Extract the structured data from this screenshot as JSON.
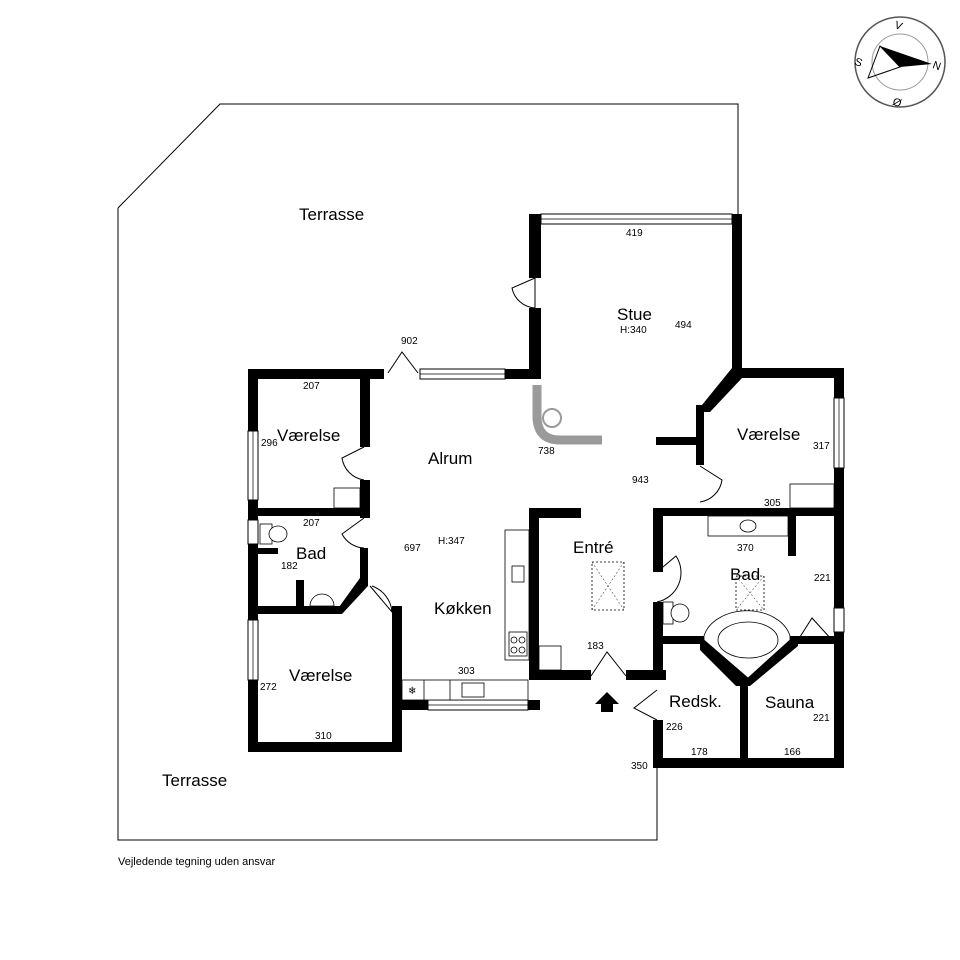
{
  "rooms": {
    "terrasse_top": "Terrasse",
    "terrasse_bottom": "Terrasse",
    "stue": "Stue",
    "stue_height": "H:340",
    "alrum": "Alrum",
    "alrum_height": "H:347",
    "kokken": "Køkken",
    "entre": "Entré",
    "vaerelse_nw": "Værelse",
    "vaerelse_sw": "Værelse",
    "vaerelse_e": "Værelse",
    "bad_w": "Bad",
    "bad_e": "Bad",
    "redsk": "Redsk.",
    "sauna": "Sauna"
  },
  "dimensions": {
    "stue_top": "419",
    "stue_side": "494",
    "alrum_902": "902",
    "alrum_738": "738",
    "alrum_943": "943",
    "alrum_697": "697",
    "vaerelse_nw_top": "207",
    "vaerelse_nw_side": "296",
    "bad_w_top": "207",
    "bad_w_side": "182",
    "vaerelse_sw_side": "272",
    "vaerelse_sw_bottom": "310",
    "kokken_303": "303",
    "entre_183": "183",
    "vaerelse_e_side": "317",
    "vaerelse_e_bottom": "305",
    "bad_e_370": "370",
    "bad_e_221": "221",
    "redsk_226": "226",
    "redsk_178": "178",
    "sauna_221": "221",
    "sauna_166": "166",
    "outer_350": "350"
  },
  "compass": {
    "v": "V",
    "n": "N",
    "o": "Ø",
    "s": "S"
  },
  "footer_note": "Vejledende tegning uden ansvar"
}
